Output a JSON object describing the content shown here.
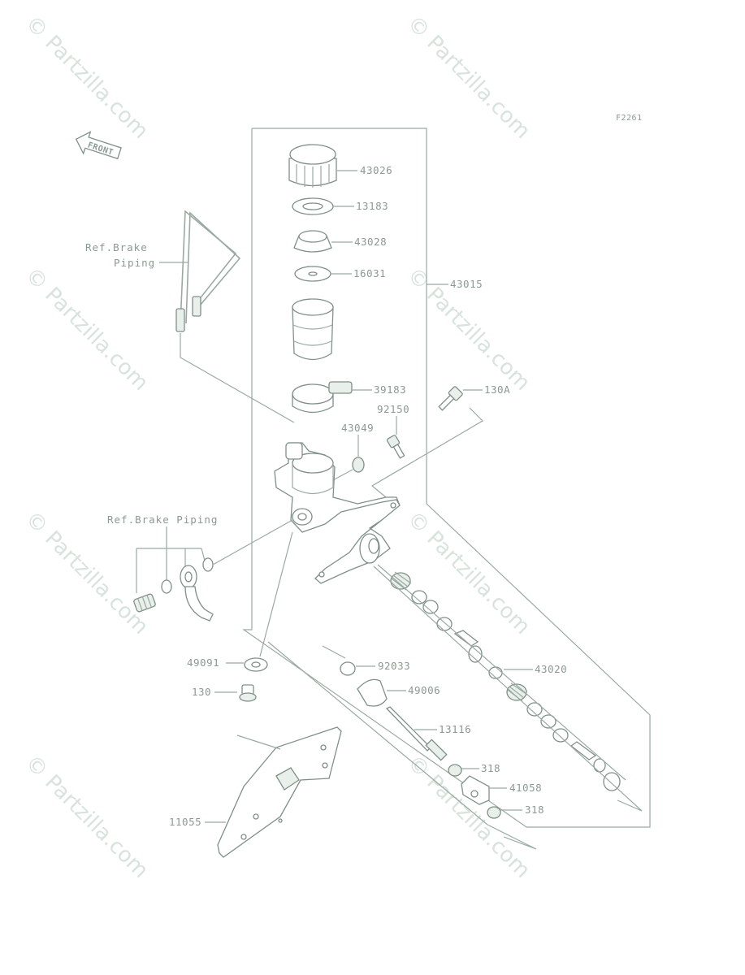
{
  "diagram": {
    "code": "F2261",
    "front_label": "FRONT",
    "watermark": "© Partzilla.com",
    "ref_brake_piping_line1": "Ref.Brake",
    "ref_brake_piping_line2": "Piping",
    "ref_brake_piping_full": "Ref.Brake Piping",
    "parts": {
      "p43026": "43026",
      "p13183": "13183",
      "p43028": "43028",
      "p16031": "16031",
      "p43015": "43015",
      "p39183": "39183",
      "p130A": "130A",
      "p92150": "92150",
      "p43049": "43049",
      "p43020": "43020",
      "p49091": "49091",
      "p130": "130",
      "p92033": "92033",
      "p49006": "49006",
      "p13116": "13116",
      "p318a": "318",
      "p41058": "41058",
      "p318b": "318",
      "p11055": "11055"
    }
  }
}
